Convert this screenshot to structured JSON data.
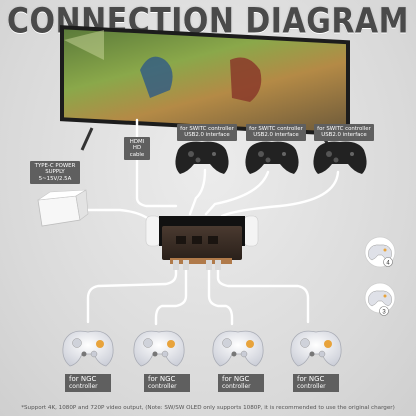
{
  "title": "CONNECTION DIAGRAM",
  "subtitle": "Simple connection, no complicated settings",
  "hdmi_label": {
    "line1": "HDMI",
    "line2": "HD cable"
  },
  "power_label": {
    "line1": "TYPE-C POWER",
    "line2": "SUPPLY",
    "line3": "5~15V/2.5A"
  },
  "switch_labels": [
    {
      "prefix": "for ",
      "name": "SWITC controller",
      "line2": "USB2.0 interface"
    },
    {
      "prefix": "for ",
      "name": "SWITC controller",
      "line2": "USB2.0 interface"
    },
    {
      "prefix": "for ",
      "name": "SWITC controller",
      "line2": "USB2.0 interface"
    }
  ],
  "ngc_labels": [
    {
      "line1": "for NGC",
      "line2": "controller"
    },
    {
      "line1": "for NGC",
      "line2": "controller"
    },
    {
      "line1": "for NGC",
      "line2": "controller"
    },
    {
      "line1": "for NGC",
      "line2": "controller"
    }
  ],
  "side_badges": [
    "4",
    "3"
  ],
  "footnote": "*Support 4K, 1080P and 720P video output, (Note: SW/SW OLED only supports 1080P, it is recommended to use the original charger)",
  "colors": {
    "label_bg": "#5f5f5f",
    "cable": "#ffffff",
    "dock_body": "#3b2f28",
    "joycon": "#f4f4f4",
    "ngc_body": "#e6e8ee",
    "a_button": "#e8a33b",
    "tv_frame": "#1c1c1c"
  }
}
